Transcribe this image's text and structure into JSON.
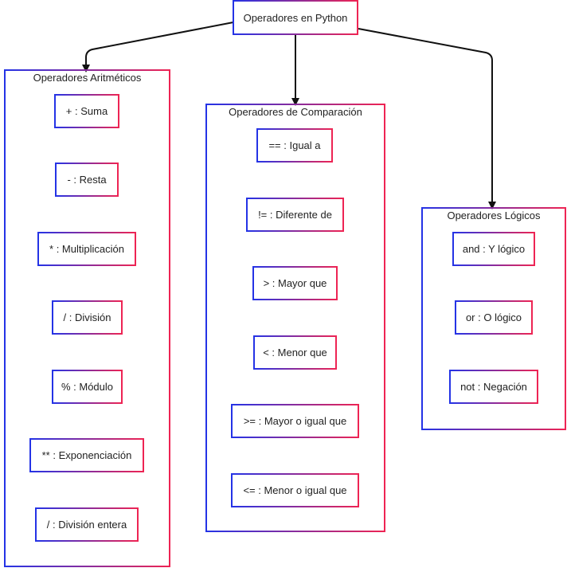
{
  "diagram": {
    "root": {
      "label": "Operadores en Python"
    },
    "groups": [
      {
        "title": "Operadores Aritméticos",
        "items": [
          "+ : Suma",
          "- : Resta",
          "* : Multiplicación",
          "/ : División",
          "% : Módulo",
          "** : Exponenciación",
          "/ : División entera"
        ]
      },
      {
        "title": "Operadores de Comparación",
        "items": [
          "== : Igual a",
          "!= : Diferente de",
          "> : Mayor que",
          "< : Menor que",
          ">= : Mayor o igual que",
          "<= : Menor o igual que"
        ]
      },
      {
        "title": "Operadores Lógicos",
        "items": [
          "and : Y lógico",
          "or : O lógico",
          "not : Negación"
        ]
      }
    ],
    "colors": {
      "gradient_start": "#2433e6",
      "gradient_end": "#ee2453",
      "edge": "#111111"
    }
  }
}
